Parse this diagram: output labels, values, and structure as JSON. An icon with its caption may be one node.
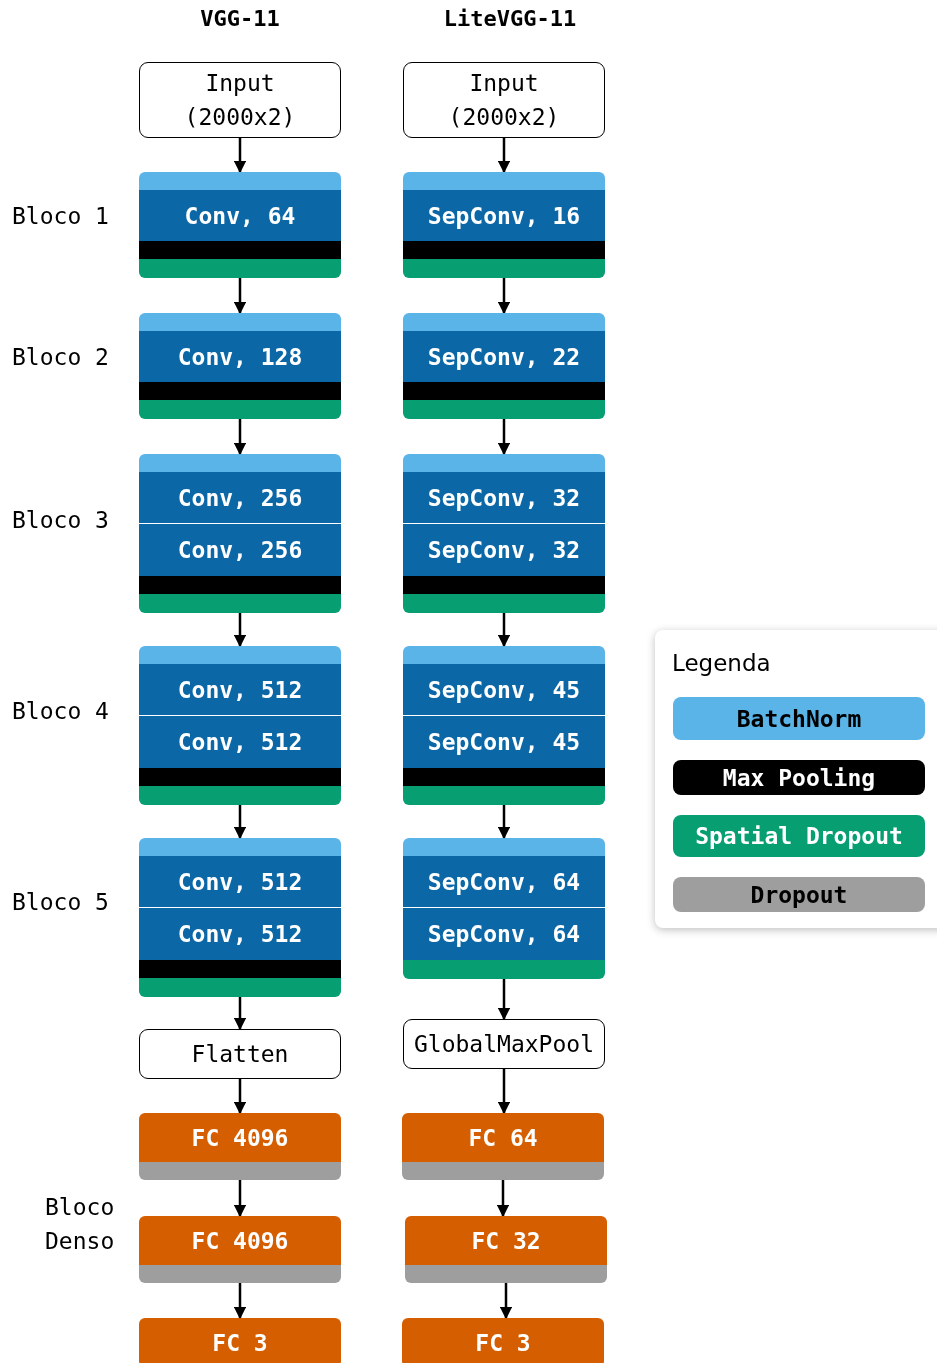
{
  "diagram": {
    "nodes": [
      {
        "text": [
          "Input (2000x2)"
        ]
      },
      {
        "text": [
          "Input (2000x2)"
        ]
      },
      {
        "text": [
          "Conv, 64"
        ]
      },
      {
        "text": [
          "SepConv, 16"
        ]
      },
      {
        "text": [
          "Conv, 128"
        ]
      },
      {
        "text": [
          "SepConv, 22"
        ]
      },
      {
        "text": [
          "Conv, 256",
          "Conv, 256"
        ]
      },
      {
        "text": [
          "SepConv, 32",
          "SepConv, 32"
        ]
      },
      {
        "text": [
          "Conv, 512",
          "Conv, 512"
        ]
      },
      {
        "text": [
          "SepConv, 45",
          "SepConv, 45"
        ]
      },
      {
        "text": [
          "Conv, 512",
          "Conv, 512"
        ]
      },
      {
        "text": [
          "SepConv, 64",
          "SepConv, 64"
        ]
      },
      {
        "text": [
          "Flatten"
        ]
      },
      {
        "text": [
          "GlobalMaxPool"
        ]
      },
      {
        "text": [
          "FC 4096"
        ]
      },
      {
        "text": [
          "FC 64"
        ]
      },
      {
        "text": [
          "FC 4096"
        ]
      },
      {
        "text": [
          "FC 32"
        ]
      },
      {
        "text": [
          "FC 3"
        ]
      },
      {
        "text": [
          "FC 3"
        ]
      }
    ],
    "edges": [
      {
        "from": 0,
        "to": 2,
        "arrow": "to"
      },
      {
        "from": 2,
        "to": 4,
        "arrow": "to"
      },
      {
        "from": 4,
        "to": 6,
        "arrow": "to"
      },
      {
        "from": 6,
        "to": 8,
        "arrow": "to"
      },
      {
        "from": 8,
        "to": 10,
        "arrow": "to"
      },
      {
        "from": 10,
        "to": 12,
        "arrow": "to"
      },
      {
        "from": 12,
        "to": 14,
        "arrow": "to"
      },
      {
        "from": 14,
        "to": 16,
        "arrow": "to"
      },
      {
        "from": 16,
        "to": 18,
        "arrow": "to"
      },
      {
        "from": 1,
        "to": 3,
        "arrow": "to"
      },
      {
        "from": 3,
        "to": 5,
        "arrow": "to"
      },
      {
        "from": 5,
        "to": 7,
        "arrow": "to"
      },
      {
        "from": 7,
        "to": 9,
        "arrow": "to"
      },
      {
        "from": 9,
        "to": 11,
        "arrow": "to"
      },
      {
        "from": 11,
        "to": 13,
        "arrow": "to"
      },
      {
        "from": 13,
        "to": 15,
        "arrow": "to"
      },
      {
        "from": 15,
        "to": 17,
        "arrow": "to"
      },
      {
        "from": 17,
        "to": 19,
        "arrow": "to"
      }
    ],
    "labels": [
      "VGG-11",
      "LiteVGG-11",
      "Bloco 1",
      "Bloco 2",
      "Bloco 3",
      "Bloco 4",
      "Bloco 5",
      "Legenda",
      "Bloco Denso"
    ],
    "legend": [
      {
        "text": "BatchNorm",
        "color": "#5ab4e8"
      },
      {
        "text": "Max Pooling",
        "color": "#000000"
      },
      {
        "text": "Spatial Dropout",
        "color": "#079e72"
      },
      {
        "text": "Dropout",
        "color": "#9e9e9e"
      }
    ]
  }
}
